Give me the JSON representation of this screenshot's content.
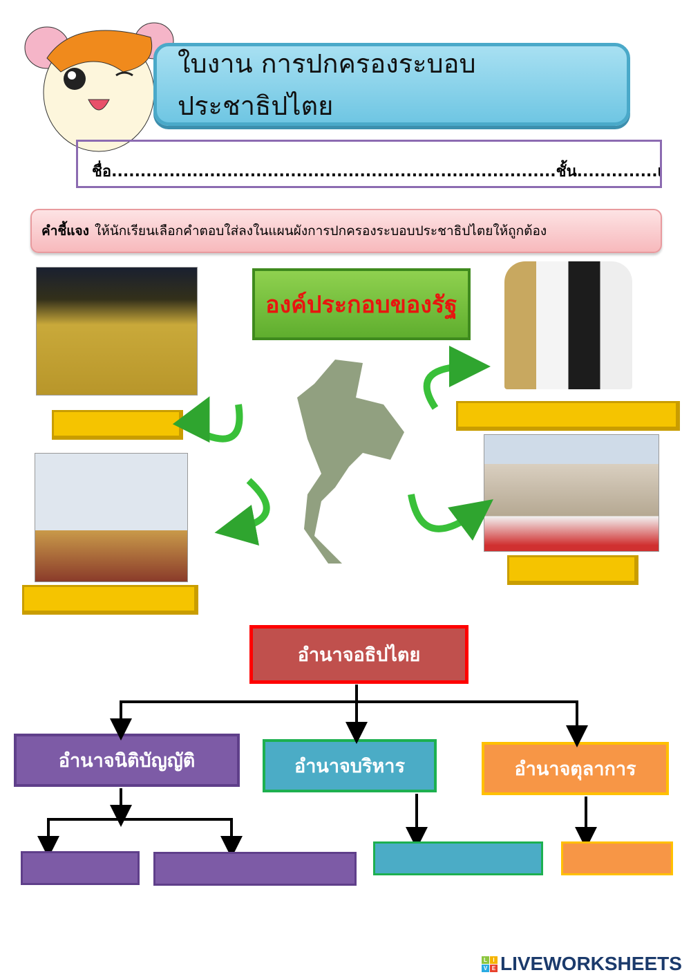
{
  "header": {
    "title": "ใบงาน การปกครองระบอบประชาธิปไตย",
    "name_line": "ชื่อ.............................................................................ชั้น..............เลขที่............"
  },
  "instructions": {
    "label": "คำชี้แจง",
    "text": "ให้นักเรียนเลือกคำตอบใส่ลงในแผนผังการปกครองระบอบประชาธิปไตยให้ถูกต้อง"
  },
  "elements_title": "องค์ประกอบของรัฐ",
  "images": [
    "people-crowd-photo",
    "armed-forces-cartoon",
    "democracy-monument-photo",
    "government-house-photo",
    "thailand-map-collage",
    "hamster-mascot"
  ],
  "tree": {
    "root": "อำนาจอธิปไตย",
    "branches": [
      {
        "label": "อำนาจนิติบัญญัติ",
        "color": "#7d5ba6"
      },
      {
        "label": "อำนาจบริหาร",
        "color": "#4bacc6"
      },
      {
        "label": "อำนาจตุลาการ",
        "color": "#f79646"
      }
    ],
    "root_color": "#c0504d"
  },
  "logo": {
    "text": "LIVEWORKSHEETS",
    "mark": "LIVE"
  }
}
